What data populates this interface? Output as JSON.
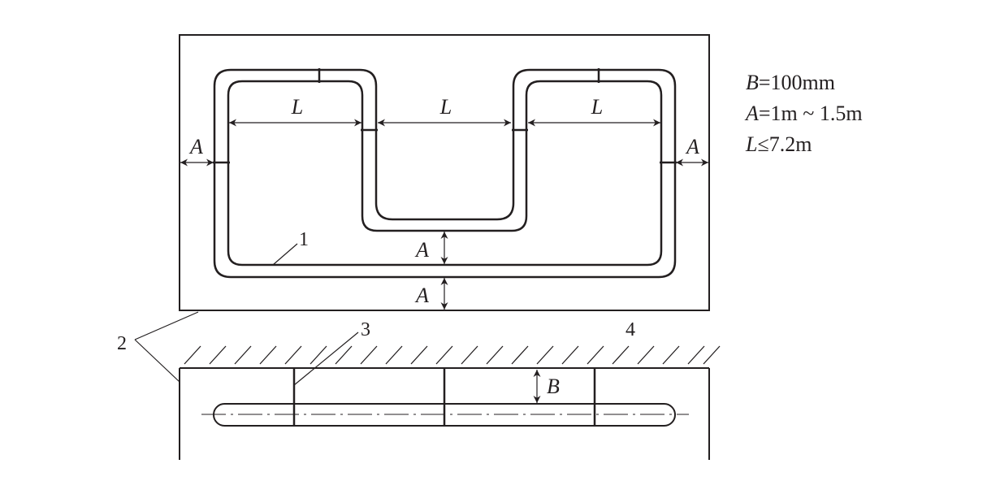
{
  "notes": [
    {
      "var": "B",
      "text": "=100mm"
    },
    {
      "var": "A",
      "text": "=1m ~ 1.5m"
    },
    {
      "var": "L",
      "text": "≤7.2m"
    }
  ],
  "dims": {
    "L": "L",
    "A": "A",
    "B": "B"
  },
  "callouts": {
    "c1": "1",
    "c2": "2",
    "c3": "3",
    "c4": "4"
  },
  "colors": {
    "ink": "#231f20"
  }
}
